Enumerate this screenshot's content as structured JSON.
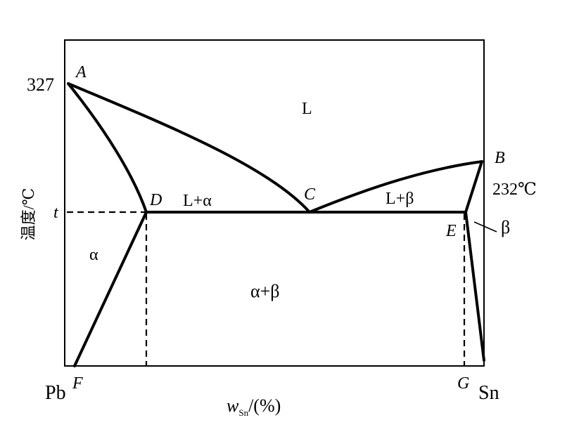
{
  "diagram": {
    "y_axis_label": "温度/℃",
    "x_axis_label_prefix": "w",
    "x_axis_label_subscript": "Sn",
    "x_axis_label_suffix": "/(%)",
    "left_component": "Pb",
    "right_component": "Sn",
    "temp_left": "327",
    "temp_right": "232℃",
    "temp_eutectic": "t",
    "points": {
      "A": "A",
      "B": "B",
      "C": "C",
      "D": "D",
      "E": "E",
      "F": "F",
      "G": "G"
    },
    "regions": {
      "liquid": "L",
      "l_alpha": "L+α",
      "l_beta": "L+β",
      "alpha": "α",
      "beta": "β",
      "alpha_beta": "α+β"
    }
  }
}
